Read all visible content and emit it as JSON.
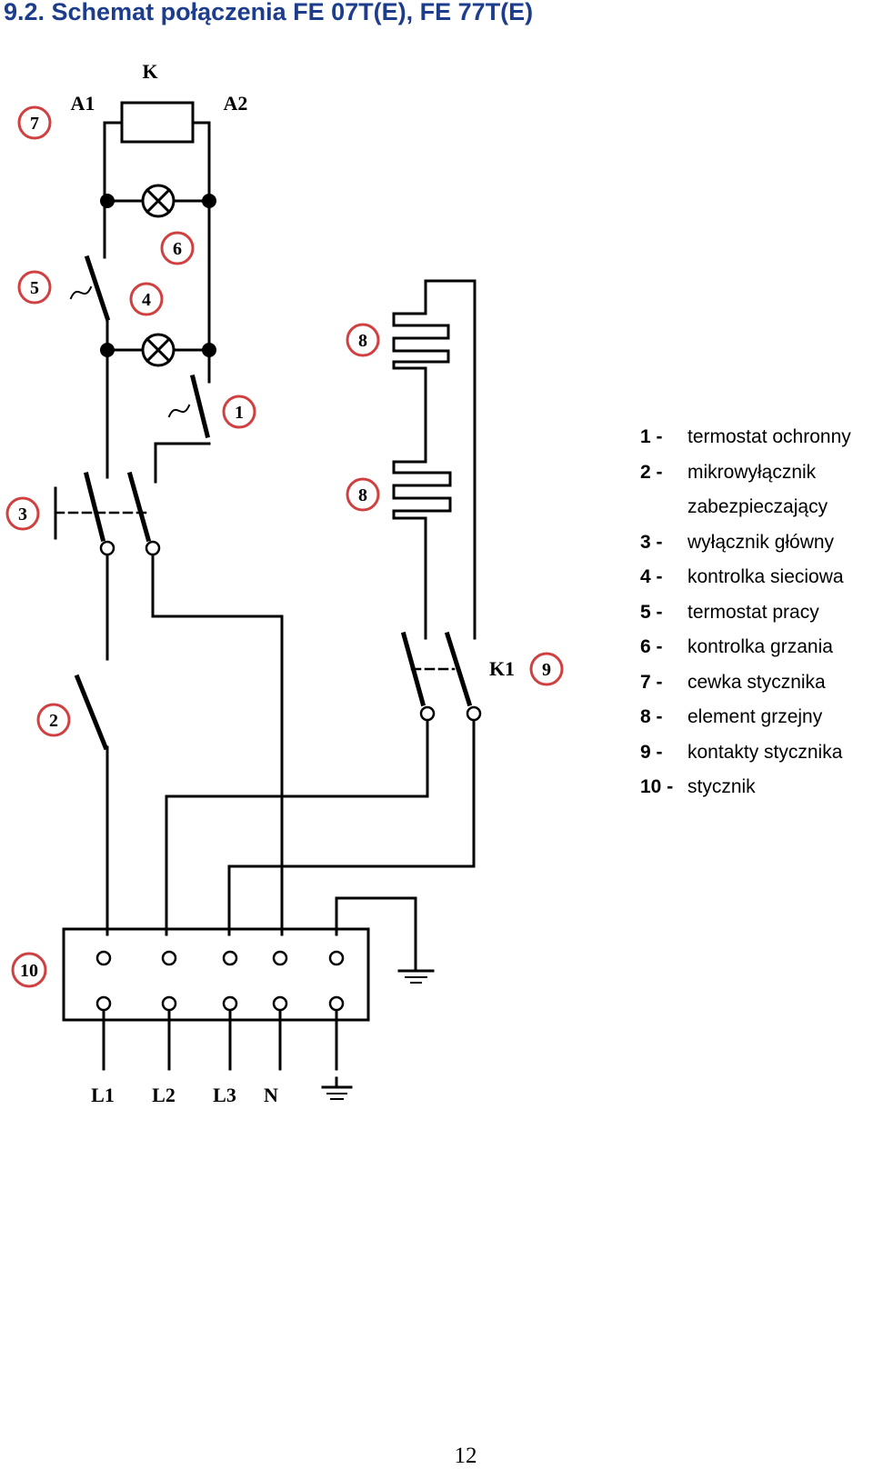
{
  "title": "9.2. Schemat połączenia FE 07T(E), FE 77T(E)",
  "page_number": "12",
  "diagram_labels": {
    "coil": "K",
    "coil_a1": "A1",
    "coil_a2": "A2",
    "contacts": "K1",
    "terminals": [
      "L1",
      "L2",
      "L3",
      "N"
    ]
  },
  "callouts": [
    "1",
    "2",
    "3",
    "4",
    "5",
    "6",
    "7",
    "8",
    "8",
    "9",
    "10"
  ],
  "legend": [
    {
      "num": "1 -",
      "desc": "termostat ochronny"
    },
    {
      "num": "2 -",
      "desc": "mikrowyłącznik zabezpieczający"
    },
    {
      "num": "3 -",
      "desc": "wyłącznik główny"
    },
    {
      "num": "4 -",
      "desc": "kontrolka sieciowa"
    },
    {
      "num": "5 -",
      "desc": "termostat pracy"
    },
    {
      "num": "6 -",
      "desc": "kontrolka grzania"
    },
    {
      "num": "7 -",
      "desc": "cewka stycznika"
    },
    {
      "num": "8 -",
      "desc": "element grzejny"
    },
    {
      "num": "9 -",
      "desc": "kontakty stycznika"
    },
    {
      "num": "10 -",
      "desc": "stycznik"
    }
  ],
  "colors": {
    "title": "#1c3c8c",
    "callout_ring": "#d04040",
    "wire": "#000000"
  }
}
